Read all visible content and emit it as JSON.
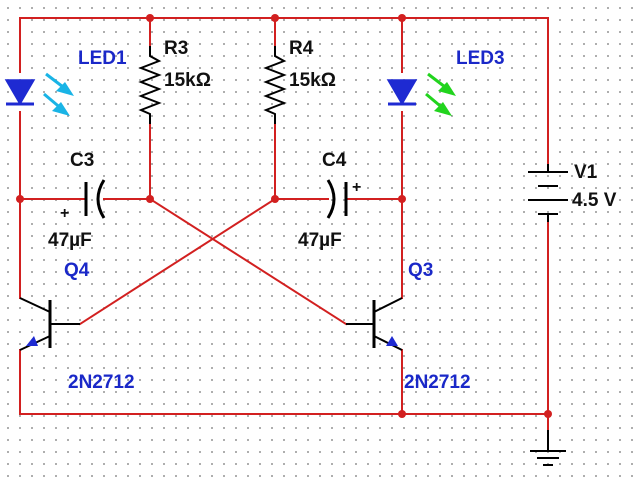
{
  "colors": {
    "wire": "#d22020",
    "component": "#000000",
    "designator_blue": "#1a28c8",
    "led1_emission": "#19b4e6",
    "led3_emission": "#22d41e"
  },
  "components": {
    "led1": {
      "designator": "LED1",
      "symbol": "led-icon",
      "emission_color": "#19b4e6"
    },
    "led3": {
      "designator": "LED3",
      "symbol": "led-icon",
      "emission_color": "#22d41e"
    },
    "r3": {
      "designator": "R3",
      "value": "15kΩ"
    },
    "r4": {
      "designator": "R4",
      "value": "15kΩ"
    },
    "c3": {
      "designator": "C3",
      "value": "47µF",
      "polarity": "+"
    },
    "c4": {
      "designator": "C4",
      "value": "47µF",
      "polarity": "+"
    },
    "q4": {
      "designator": "Q4",
      "model": "2N2712"
    },
    "q3": {
      "designator": "Q3",
      "model": "2N2712"
    },
    "v1": {
      "designator": "V1",
      "value": "4.5 V"
    }
  }
}
